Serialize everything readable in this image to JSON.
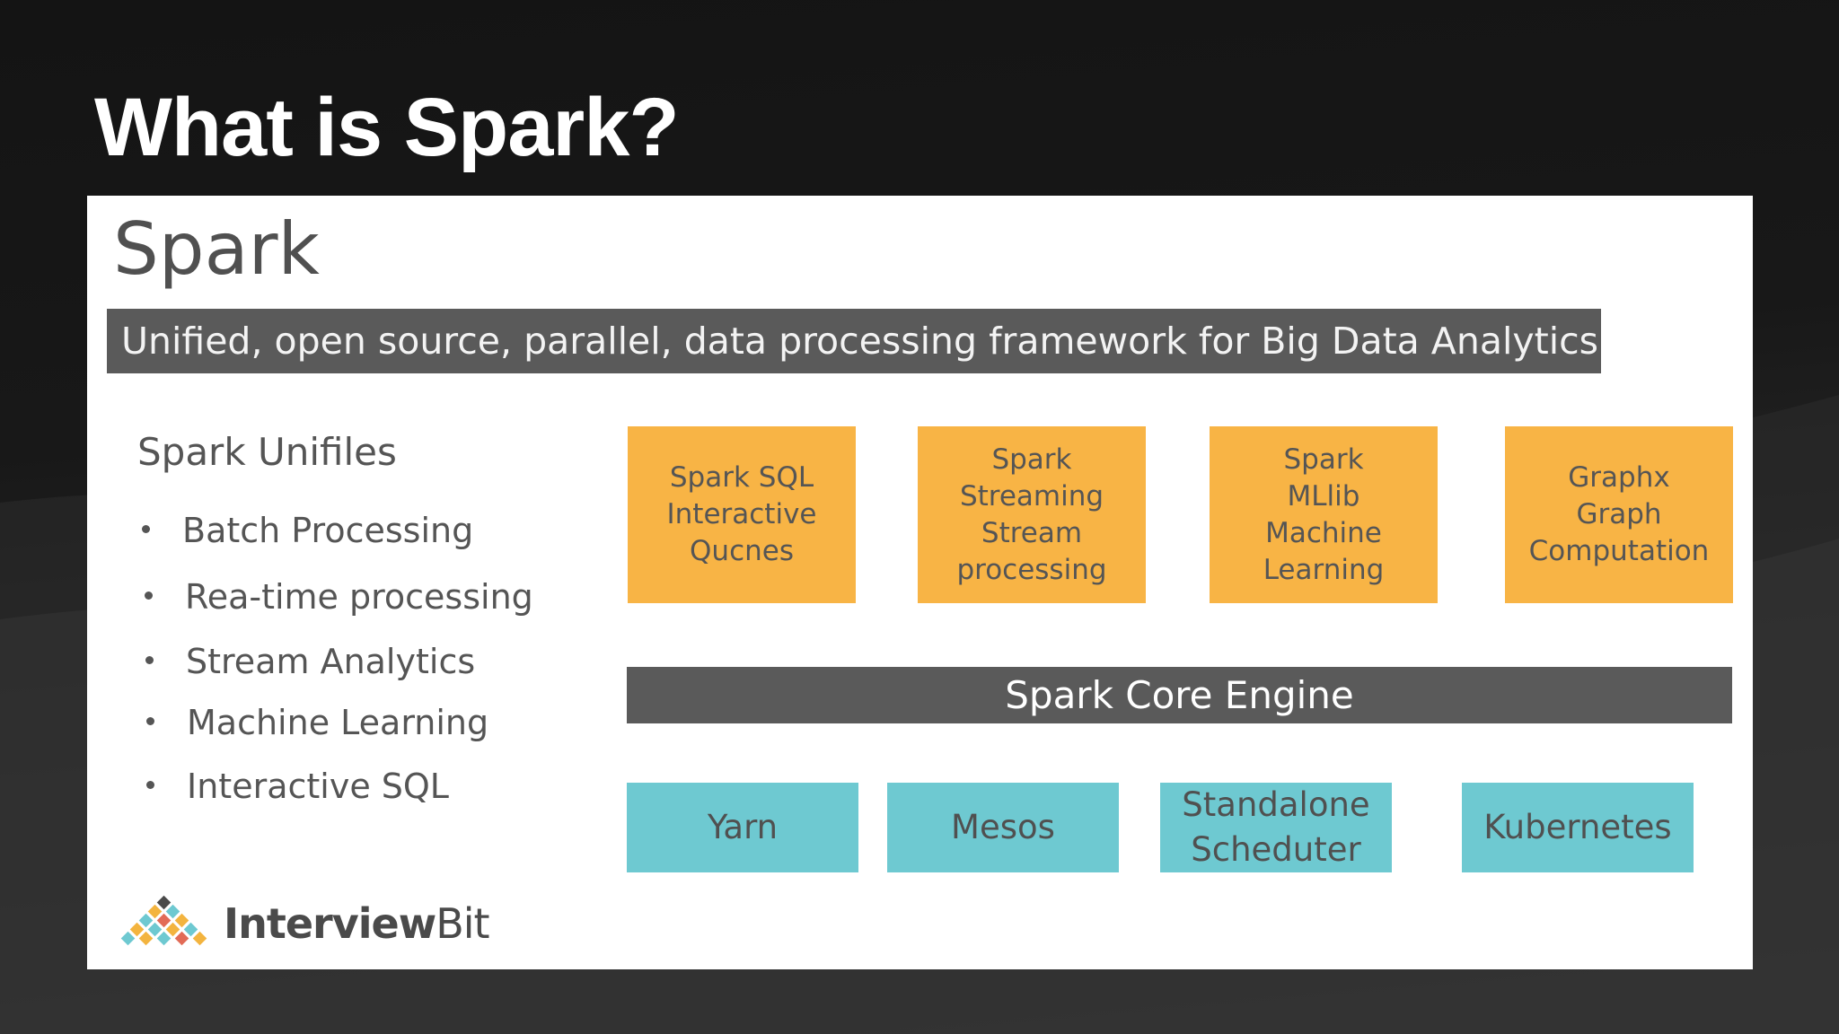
{
  "slide": {
    "title": "What is Spark?"
  },
  "panel": {
    "title": "Spark",
    "banner": "Unified, open source, parallel, data processing framework for Big Data Analytics",
    "features": {
      "heading": "Spark Unifiles",
      "items": [
        "Batch Processing",
        "Rea-time processing",
        "Stream Analytics",
        "Machine Learning",
        "Interactive SQL"
      ]
    },
    "modules": [
      "Spark SQL\nInteractive\nQucnes",
      "Spark\nStreaming\nStream\nprocessing",
      "Spark\nMLlib\nMachine\nLearning",
      "Graphx\nGraph\nComputation"
    ],
    "core": "Spark Core Engine",
    "cluster_managers": [
      "Yarn",
      "Mesos",
      "Standalone\nScheduter",
      "Kubernetes"
    ],
    "brand": {
      "name_bold": "Interview",
      "name_regular": "Bit",
      "logo": "interviewbit-diamond-logo"
    }
  },
  "colors": {
    "module_fill": "#f8b445",
    "core_fill": "#5a5a5a",
    "manager_fill": "#6ec9d1",
    "banner_fill": "#5a5a5a"
  }
}
